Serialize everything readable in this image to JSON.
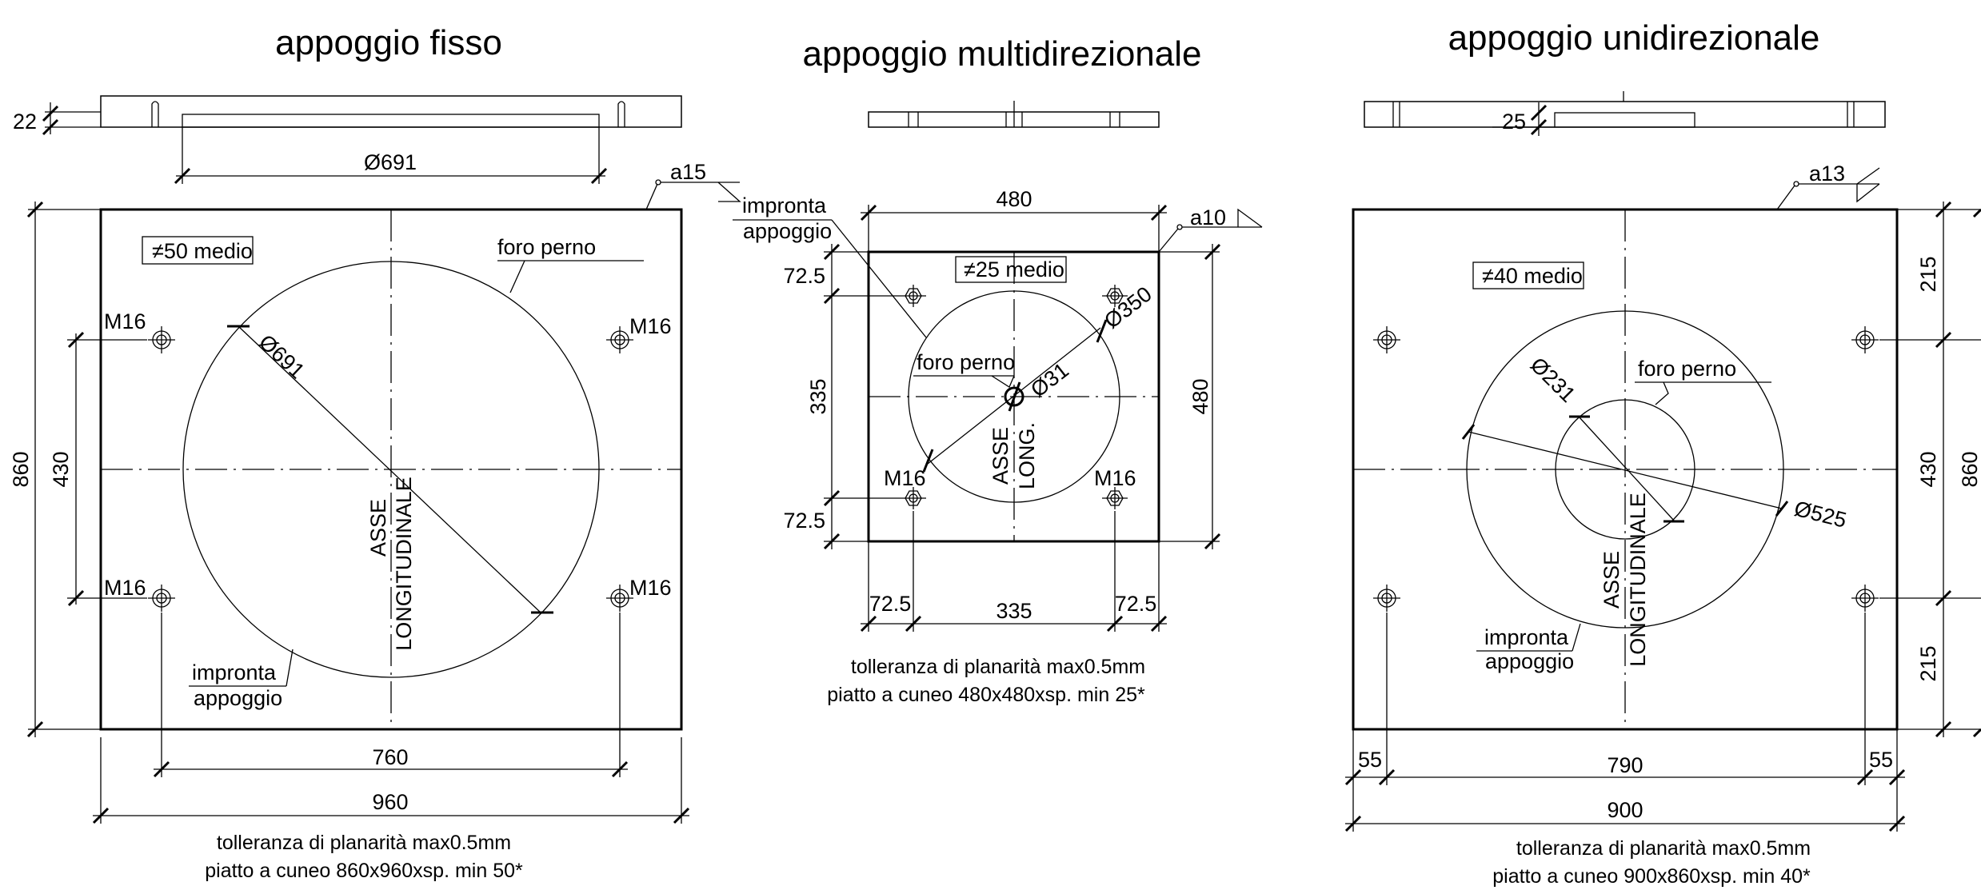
{
  "fisso": {
    "title": "appoggio fisso",
    "dim_thickness": "22",
    "dim_diameter_top": "Ø691",
    "weld": "a15",
    "thickness_note": "≠50 medio",
    "foro_perno": "foro perno",
    "dim_diameter": "Ø691",
    "bolt_labels": [
      "M16",
      "M16",
      "M16",
      "M16"
    ],
    "dim_height": "860",
    "dim_bolt_v": "430",
    "axis_label": [
      "ASSE",
      "LONGITUDINALE"
    ],
    "impronta": [
      "impronta",
      "appoggio"
    ],
    "dim_bolt_h": "760",
    "dim_width": "960",
    "notes": [
      "tolleranza di planarità max0.5mm",
      "piatto a cuneo 860x960xsp. min 50*"
    ]
  },
  "multi": {
    "title": "appoggio multidirezionale",
    "impronta": [
      "impronta",
      "appoggio"
    ],
    "dim_width_top": "480",
    "weld": "a10",
    "thickness_note": "≠25 medio",
    "dim_edge_top": "72.5",
    "dim_bolt_v": "335",
    "dim_edge_bottom": "72.5",
    "foro_perno": "foro perno",
    "dim_pin": "Ø31",
    "dim_circle": "Ø350",
    "dim_height": "480",
    "bolt_labels": [
      "M16",
      "M16"
    ],
    "axis_label": [
      "ASSE",
      "LONG."
    ],
    "dim_bottom": [
      "72.5",
      "335",
      "72.5"
    ],
    "notes": [
      "tolleranza di planarità max0.5mm",
      "piatto a cuneo 480x480xsp. min 25*"
    ]
  },
  "uni": {
    "title": "appoggio unidirezionale",
    "dim_thickness": "25",
    "weld": "a13",
    "thickness_note": "≠40 medio",
    "dim_inner": "Ø231",
    "foro_perno": "foro perno",
    "dim_outer": "Ø525",
    "impronta": [
      "impronta",
      "appoggio"
    ],
    "axis_label": [
      "ASSE",
      "LONGITUDINALE"
    ],
    "dim_right": [
      "215",
      "430",
      "215"
    ],
    "dim_total_h": "860",
    "dim_edge_left": "55",
    "dim_bolt_h": "790",
    "dim_edge_right": "55",
    "dim_width": "900",
    "notes": [
      "tolleranza di planarità max0.5mm",
      "piatto a cuneo 900x860xsp. min 40*"
    ]
  }
}
